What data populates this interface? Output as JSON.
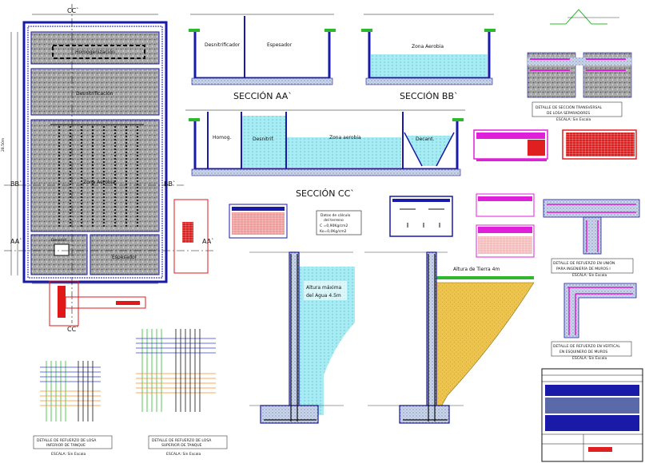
{
  "plan": {
    "cut_top": "CC`",
    "cut_bottom": "CC`",
    "cut_left_bb": "BB`",
    "cut_right_bb": "BB`",
    "cut_left_aa": "AA`",
    "cut_right_aa": "AA`",
    "zones": {
      "homog": "Homogenización",
      "desnitri": "Desnitrificación",
      "aerobia": "Zona Aerobia",
      "espesador": "Espesador",
      "desnitrif_small": "Desnitrif."
    }
  },
  "sections": {
    "aa": {
      "title": "SECCIÓN AA`",
      "left": "Desnitrificador",
      "right": "Espesador"
    },
    "bb": {
      "title": "SECCIÓN BB`",
      "zone": "Zona Aerobia"
    },
    "cc": {
      "title": "SECCIÓN CC`",
      "homog": "Homog.",
      "desnitrif": "Desnitrif.",
      "aerobia": "Zona aerobia",
      "decant": "Decant."
    }
  },
  "wall_details": {
    "water_label_1": "Altura máxima",
    "water_label_2": "del Agua 4.5m",
    "soil_label": "Altura de Tierra 4m"
  },
  "calc_box": {
    "title_1": "Datos de cálculo",
    "title_2": "del terreno",
    "line_1": "C =0,90Kg/cm2",
    "line_2": "Ko=0,0Kg/cm2"
  },
  "details": {
    "sep_title_1": "DETALLE DE SECCIÓN TRANSVERSAL",
    "sep_title_2": "DE LOSA SEPARADORES",
    "sep_scale": "ESCALA: Sin Escala",
    "t_title_1": "DETALLE DE REFUERZO EN UNIÓN",
    "t_title_2": "PARA INGENIERÍA DE MUROS I",
    "t_scale": "ESCALA: Sin Escala",
    "l_title_1": "DETALLE DE REFUERZO EN VERTICAL",
    "l_title_2": "EN ESQUINERO DE MUROS",
    "l_scale": "ESCALA: Sin Escala",
    "grid1_title_1": "DETALLE DE REFUERZO DE LOSA",
    "grid1_title_2": "INFERIOR DE TANQUE",
    "grid1_scale": "ESCALA: Sin Escala",
    "grid2_title_1": "DETALLE DE REFUERZO DE LOSA",
    "grid2_title_2": "SUPERIOR DE TANQUE",
    "grid2_scale": "ESCALA: Sin Escala"
  },
  "colors": {
    "frame": "#1a1aa8",
    "gravel": "#9a9a9a",
    "water": "#9fe8f0",
    "soil": "#e8c24a",
    "grass": "#2fb82f",
    "red": "#e01818",
    "magenta": "#e020d8"
  }
}
